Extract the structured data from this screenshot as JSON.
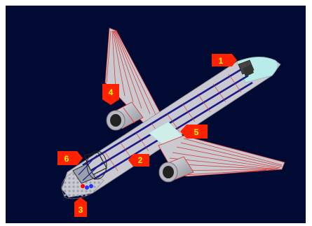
{
  "diagram": {
    "colors": {
      "background": "#000a33",
      "fuselage": "#c9c9cf",
      "stripe": "#1a1a8c",
      "structure_line": "#d23232",
      "window": "#b9ece8",
      "callout_fill": "#ff2200",
      "callout_text": "#ffff00"
    },
    "callouts": [
      {
        "label": "1"
      },
      {
        "label": "2"
      },
      {
        "label": "3"
      },
      {
        "label": "4"
      },
      {
        "label": "5"
      },
      {
        "label": "6"
      }
    ]
  }
}
